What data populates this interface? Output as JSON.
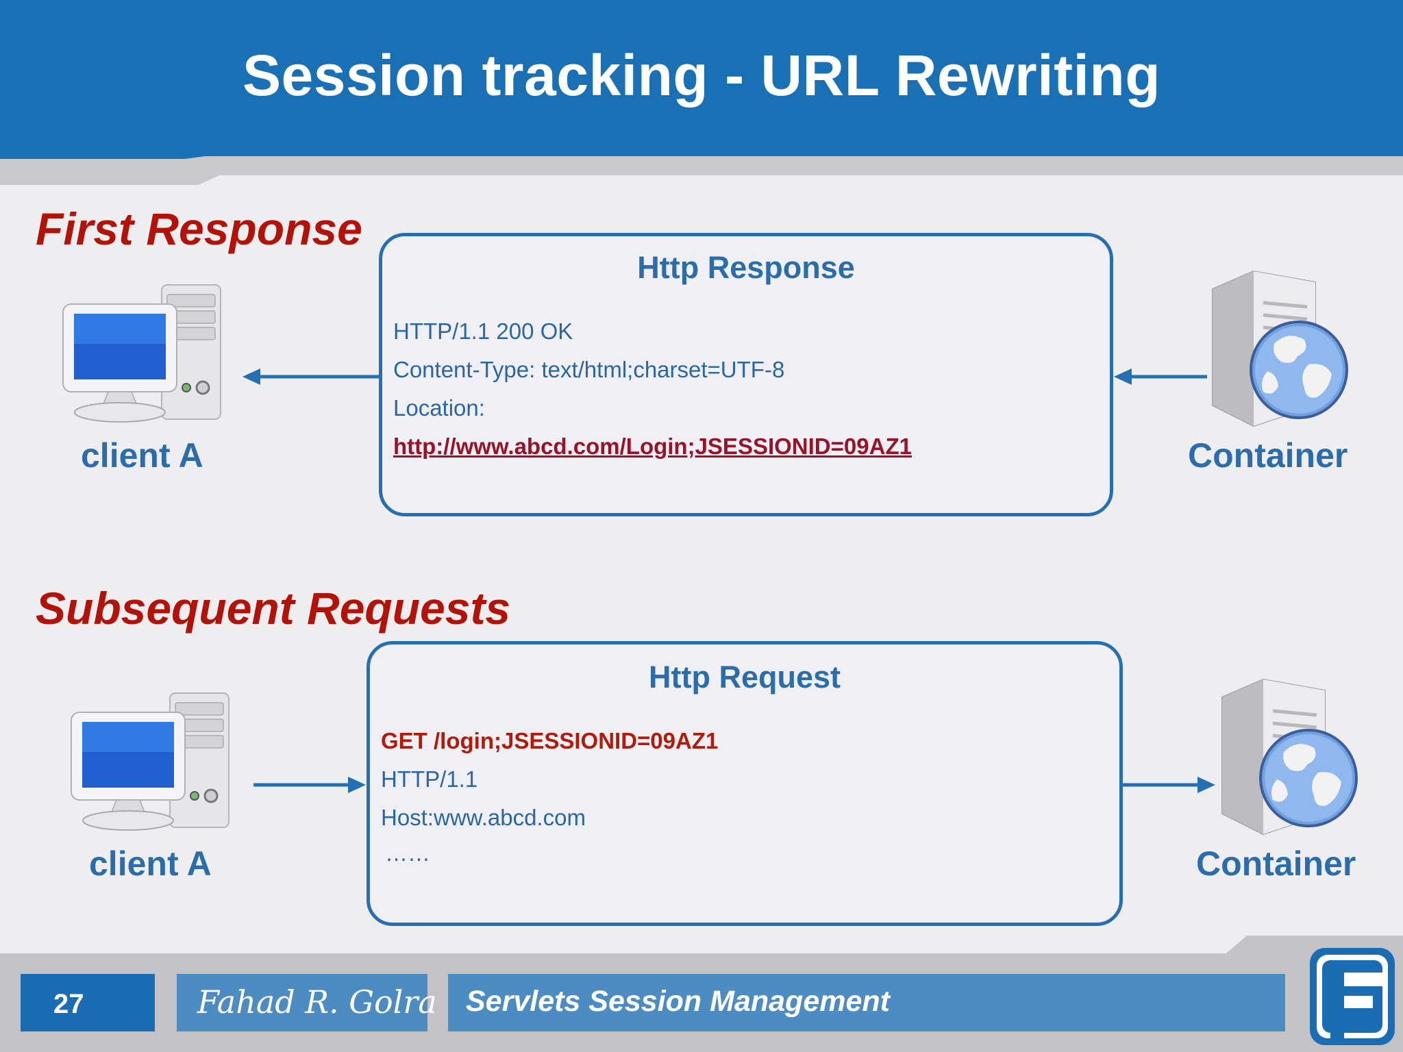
{
  "slide": {
    "title": "Session tracking - URL Rewriting"
  },
  "first_response": {
    "heading": "First Response",
    "box_title": "Http Response",
    "lines": [
      "HTTP/1.1 200 OK",
      "Content-Type: text/html;charset=UTF-8",
      "Location:",
      "http://www.abcd.com/Login;JSESSIONID=09AZ1"
    ],
    "client_label": "client A",
    "server_label": "Container"
  },
  "subsequent_requests": {
    "heading": "Subsequent Requests",
    "box_title": "Http Request",
    "lines": [
      "GET /login;JSESSIONID=09AZ1",
      "HTTP/1.1",
      "Host:www.abcd.com",
      "……"
    ],
    "client_label": "client A",
    "server_label": "Container"
  },
  "footer": {
    "page_number": "27",
    "author_signature": "Fahad R. Golra",
    "course_title": "Servlets Session Management"
  },
  "colors": {
    "header_blue": "#1a70b5",
    "accent_red": "#b31208",
    "text_blue": "#2b6cab",
    "box_border": "#2470b3"
  }
}
